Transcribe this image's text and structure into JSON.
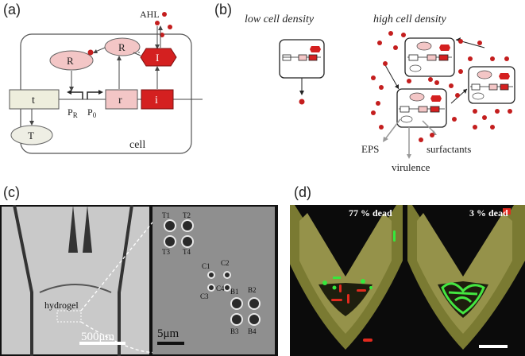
{
  "panels": {
    "a": {
      "label": "(a)",
      "signal": "AHL",
      "cell": "cell",
      "boxes": {
        "t": "t",
        "T": "T",
        "r": "r",
        "i": "i",
        "R_top": "R",
        "R_left": "R",
        "I": "I"
      },
      "promoters": {
        "pr": "P",
        "pr_sub": "R",
        "p0": "P",
        "p0_sub": "0"
      }
    },
    "b": {
      "label": "(b)",
      "low": "low cell density",
      "high": "high cell density",
      "outputs": [
        "EPS",
        "surfactants",
        "virulence"
      ]
    },
    "c": {
      "label": "(c)",
      "hydrogel": "hydrogel",
      "scale_left": "500μm",
      "scale_right": "5μm",
      "traps": [
        "T1",
        "T2",
        "T3",
        "T4",
        "C1",
        "C2",
        "C3",
        "C4",
        "B1",
        "B2",
        "B3",
        "B4"
      ]
    },
    "d": {
      "label": "(d)",
      "left_dead": "77 % dead",
      "right_dead": "3 % dead"
    }
  },
  "colors": {
    "pink": "#f3c6c6",
    "red": "#d42020",
    "dot": "#c41e1e",
    "t_box": "#eeeedd",
    "T_oval": "#eeeee4"
  }
}
